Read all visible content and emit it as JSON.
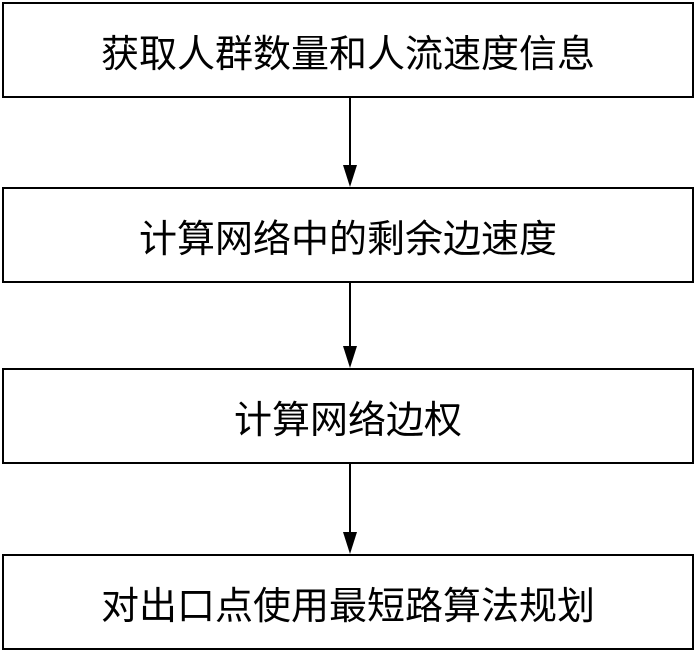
{
  "steps": [
    {
      "label": "获取人群数量和人流速度信息"
    },
    {
      "label": "计算网络中的剩余边速度"
    },
    {
      "label": "计算网络边权"
    },
    {
      "label": "对出口点使用最短路算法规划"
    }
  ]
}
